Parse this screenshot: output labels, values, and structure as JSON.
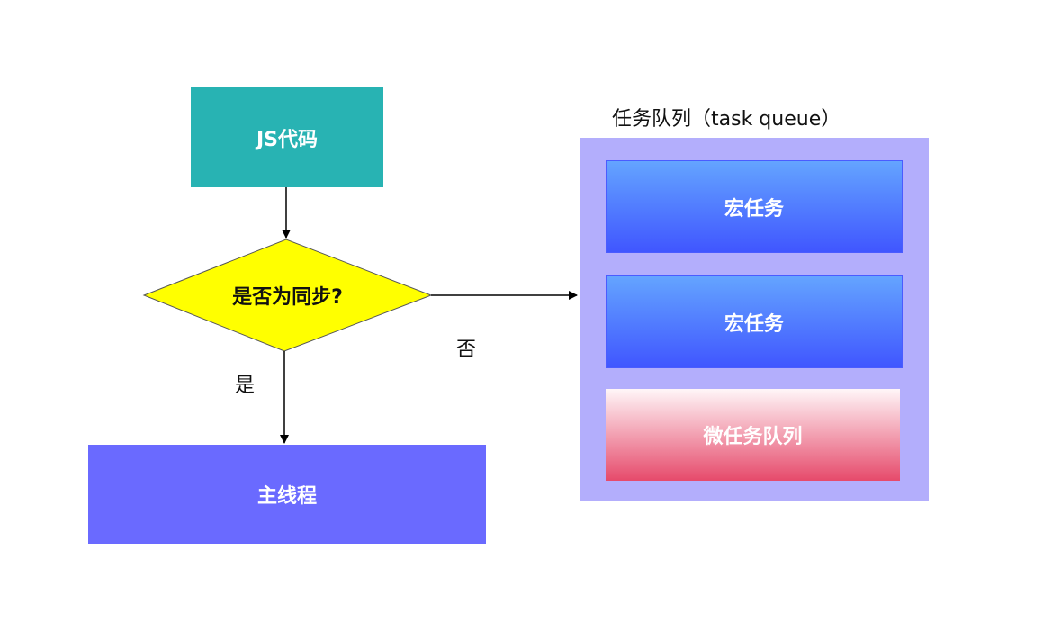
{
  "nodes": {
    "js_code": "JS代码",
    "decision": "是否为同步?",
    "main_thread": "主线程",
    "queue_title": "任务队列（task queue）",
    "macro_task_1": "宏任务",
    "macro_task_2": "宏任务",
    "micro_task_queue": "微任务队列"
  },
  "edges": {
    "yes_label": "是",
    "no_label": "否"
  },
  "colors": {
    "js_box": "#28b3b3",
    "decision": "#ffff00",
    "main_thread": "#6a6aff",
    "queue_bg": "#b3aefc",
    "macro_top": "#64a4ff",
    "macro_bottom": "#4056ff",
    "micro_top": "#fff6f8",
    "micro_bottom": "#e64a6b"
  }
}
